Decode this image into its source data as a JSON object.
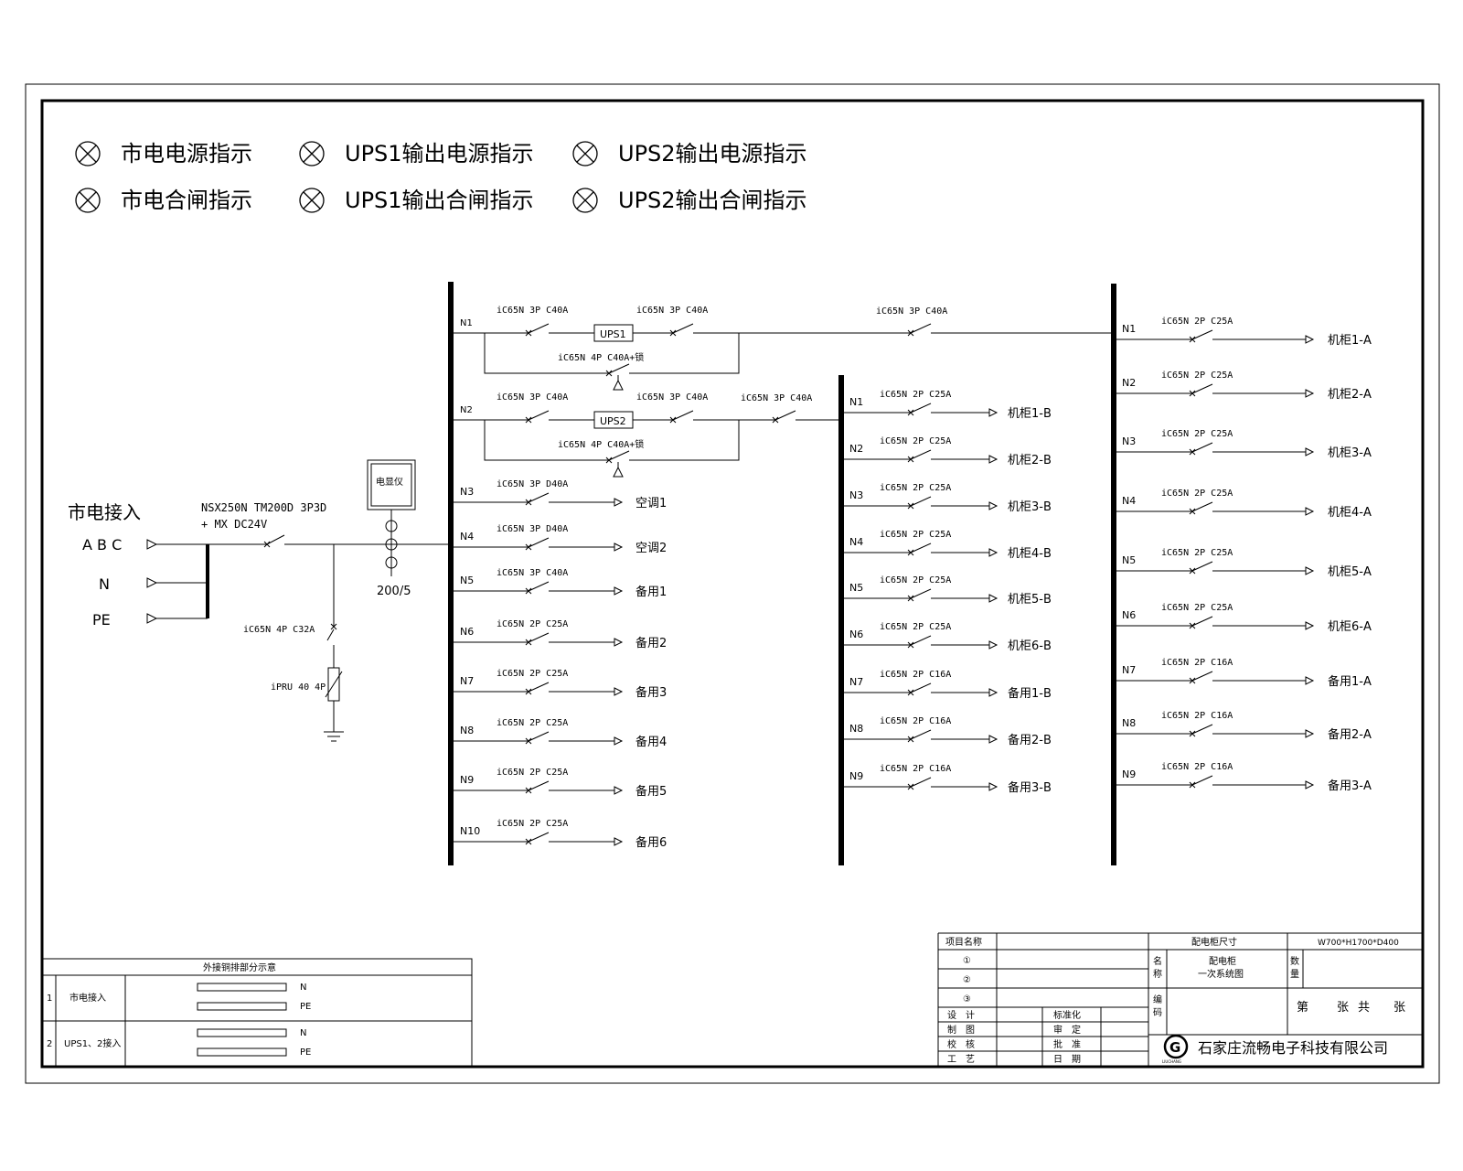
{
  "indicators": [
    [
      "市电电源指示",
      "UPS1输出电源指示",
      "UPS2输出电源指示"
    ],
    [
      "市电合闸指示",
      "UPS1输出合闸指示",
      "UPS2输出合闸指示"
    ]
  ],
  "input": {
    "title": "市电接入",
    "phases": "A B C",
    "neutral": "N",
    "earth": "PE",
    "main_breaker": [
      "NSX250N TM200D 3P3D",
      "+ MX DC24V"
    ],
    "spd_breaker": "iC65N 4P C32A",
    "spd": "iPRU 40 4P",
    "meter": "电显仪",
    "ct": "200/5"
  },
  "bus1": {
    "ups_feeds": [
      {
        "n": "N1",
        "in_breaker": "iC65N 3P C40A",
        "ups": "UPS1",
        "out_breaker": "iC65N 3P C40A",
        "bypass": "iC65N 4P C40A+锁",
        "tie": "iC65N 3P C40A"
      },
      {
        "n": "N2",
        "in_breaker": "iC65N 3P C40A",
        "ups": "UPS2",
        "out_breaker": "iC65N 3P C40A",
        "bypass": "iC65N 4P C40A+锁",
        "tie": "iC65N 3P C40A"
      }
    ],
    "feeders": [
      {
        "n": "N3",
        "spec": "iC65N 3P D40A",
        "out": "空调1"
      },
      {
        "n": "N4",
        "spec": "iC65N 3P D40A",
        "out": "空调2"
      },
      {
        "n": "N5",
        "spec": "iC65N 3P C40A",
        "out": "备用1"
      },
      {
        "n": "N6",
        "spec": "iC65N 2P C25A",
        "out": "备用2"
      },
      {
        "n": "N7",
        "spec": "iC65N 2P C25A",
        "out": "备用3"
      },
      {
        "n": "N8",
        "spec": "iC65N 2P C25A",
        "out": "备用4"
      },
      {
        "n": "N9",
        "spec": "iC65N 2P C25A",
        "out": "备用5"
      },
      {
        "n": "N10",
        "spec": "iC65N 2P C25A",
        "out": "备用6"
      }
    ]
  },
  "bus2": {
    "feeders": [
      {
        "n": "N1",
        "spec": "iC65N 2P C25A",
        "out": "机柜1-B"
      },
      {
        "n": "N2",
        "spec": "iC65N 2P C25A",
        "out": "机柜2-B"
      },
      {
        "n": "N3",
        "spec": "iC65N 2P C25A",
        "out": "机柜3-B"
      },
      {
        "n": "N4",
        "spec": "iC65N 2P C25A",
        "out": "机柜4-B"
      },
      {
        "n": "N5",
        "spec": "iC65N 2P C25A",
        "out": "机柜5-B"
      },
      {
        "n": "N6",
        "spec": "iC65N 2P C25A",
        "out": "机柜6-B"
      },
      {
        "n": "N7",
        "spec": "iC65N 2P C16A",
        "out": "备用1-B"
      },
      {
        "n": "N8",
        "spec": "iC65N 2P C16A",
        "out": "备用2-B"
      },
      {
        "n": "N9",
        "spec": "iC65N 2P C16A",
        "out": "备用3-B"
      }
    ]
  },
  "bus3": {
    "feeders": [
      {
        "n": "N1",
        "spec": "iC65N 2P C25A",
        "out": "机柜1-A"
      },
      {
        "n": "N2",
        "spec": "iC65N 2P C25A",
        "out": "机柜2-A"
      },
      {
        "n": "N3",
        "spec": "iC65N 2P C25A",
        "out": "机柜3-A"
      },
      {
        "n": "N4",
        "spec": "iC65N 2P C25A",
        "out": "机柜4-A"
      },
      {
        "n": "N5",
        "spec": "iC65N 2P C25A",
        "out": "机柜5-A"
      },
      {
        "n": "N6",
        "spec": "iC65N 2P C25A",
        "out": "机柜6-A"
      },
      {
        "n": "N7",
        "spec": "iC65N 2P C16A",
        "out": "备用1-A"
      },
      {
        "n": "N8",
        "spec": "iC65N 2P C16A",
        "out": "备用2-A"
      },
      {
        "n": "N9",
        "spec": "iC65N 2P C16A",
        "out": "备用3-A"
      }
    ]
  },
  "copper_bar": {
    "title": "外接铜排部分示意",
    "rows": [
      {
        "idx": "1",
        "name": "市电接入",
        "bars": [
          "N",
          "PE"
        ]
      },
      {
        "idx": "2",
        "name": "UPS1、2接入",
        "bars": [
          "N",
          "PE"
        ]
      }
    ]
  },
  "title_block": {
    "project_label": "项目名称",
    "items": [
      "①",
      "②",
      "③"
    ],
    "size_label": "配电柜尺寸",
    "size_value": "W700*H1700*D400",
    "name_label": [
      "名",
      "称"
    ],
    "name_value": [
      "配电柜",
      "一次系统图"
    ],
    "qty_label": [
      "数",
      "量"
    ],
    "code_label": [
      "编",
      "码"
    ],
    "sheet": [
      "第",
      "张",
      "共",
      "张"
    ],
    "roles_left": [
      "设　计",
      "制　图",
      "校　核",
      "工　艺"
    ],
    "roles_right": [
      "标准化",
      "审　定",
      "批　准",
      "日　期"
    ],
    "company": "石家庄流畅电子科技有限公司",
    "logo_letter": "G",
    "logo_text": "LIUCHANG"
  }
}
